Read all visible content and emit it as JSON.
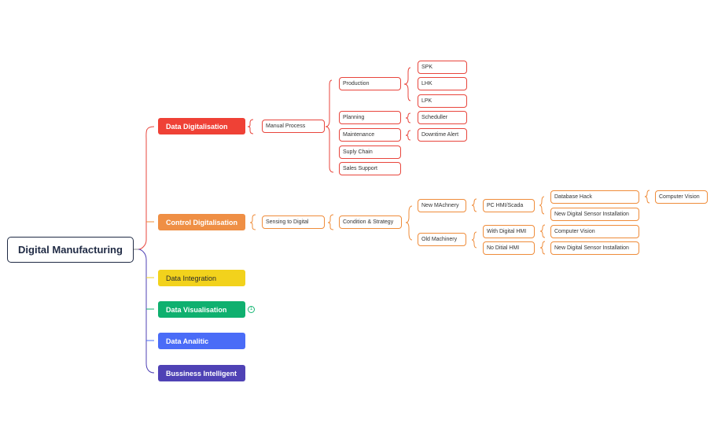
{
  "root": "Digital Manufacturing",
  "main_topics": [
    {
      "label": "Data Digitalisation",
      "color": "#ef4136"
    },
    {
      "label": "Control Digitalisation",
      "color": "#ef8f45"
    },
    {
      "label": "Data Integration",
      "color": "#f2d21c"
    },
    {
      "label": "Data Visualisation",
      "color": "#0fb06f"
    },
    {
      "label": "Data Analitic",
      "color": "#4a6cf7"
    },
    {
      "label": "Bussiness Intelligent",
      "color": "#4f42b5"
    }
  ],
  "collapsed_count": "1",
  "data_digitalisation": {
    "manual_process": "Manual Process",
    "production": "Production",
    "production_items": [
      "SPK",
      "LHK",
      "LPK"
    ],
    "planning": "Planning",
    "scheduller": "Scheduller",
    "maintenance": "Maintenance",
    "downtime_alert": "Downtime Alert",
    "suply_chain": "Suply Chain",
    "sales_support": "Sales Support"
  },
  "control_digitalisation": {
    "sensing": "Sensing to Digital",
    "condition": "Condition & Strategy",
    "new_machinery": "New MAchnery",
    "pc_hmi": "PC HMI/Scada",
    "database_hack": "Database Hack",
    "computer_vision_1": "Computer Vision",
    "new_sensor_1": "New Digital Sensor Installation",
    "old_machinery": "Old Machinery",
    "with_hmi": "With Digital HMI",
    "computer_vision_2": "Computer Vision",
    "no_hmi": "No Ditial HMI",
    "new_sensor_2": "New Digital Sensor Installation"
  }
}
